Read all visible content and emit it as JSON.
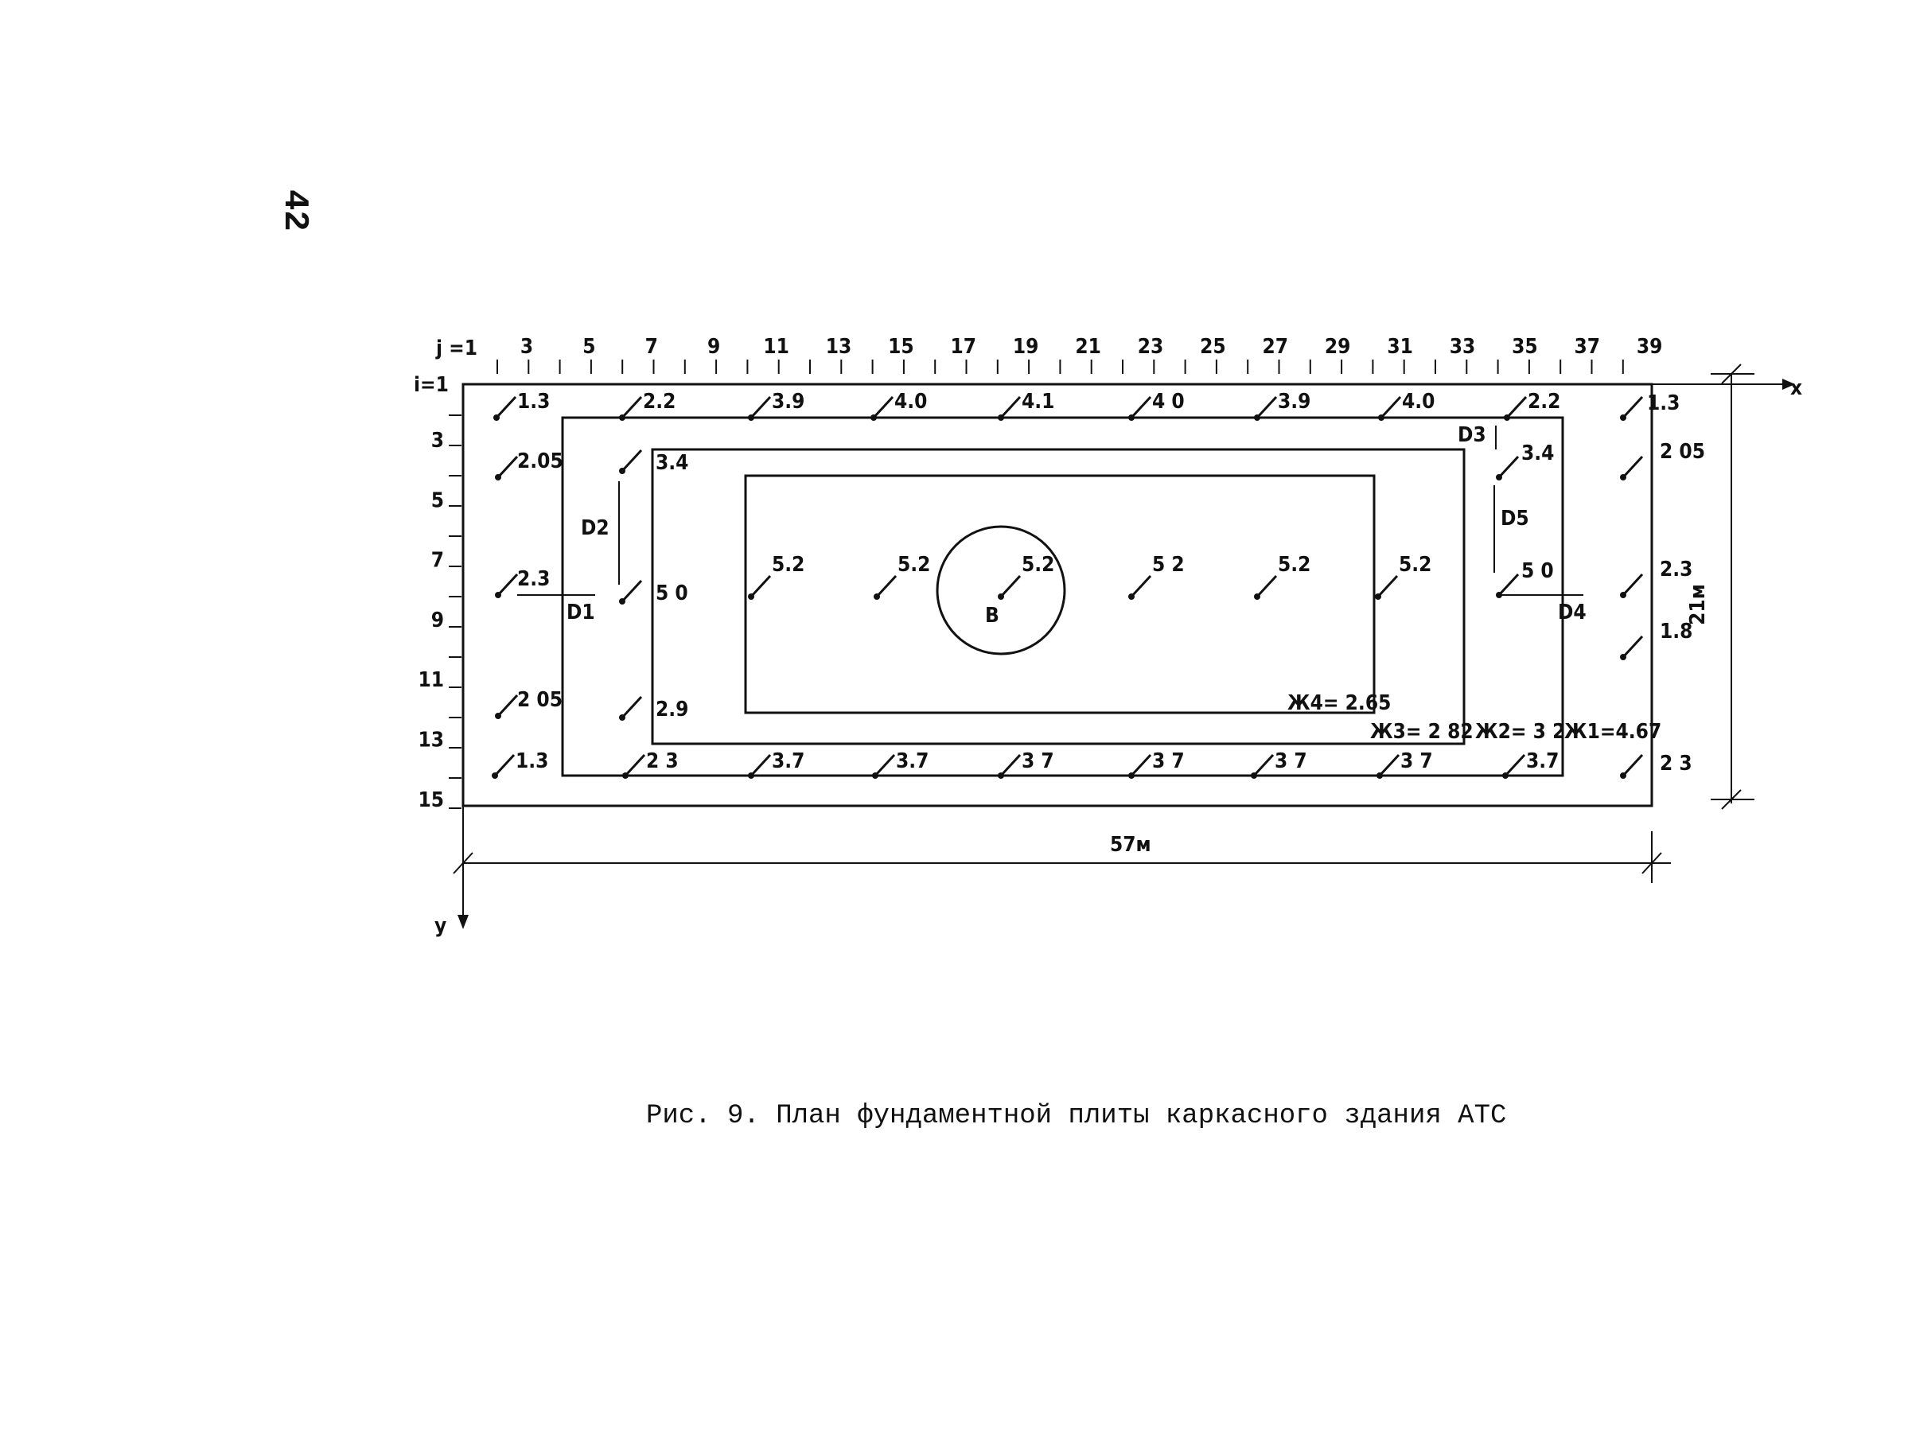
{
  "page_number": "42",
  "caption": "Рис. 9. План фундаментной плиты каркасного здания АТС",
  "axes": {
    "j_label": "j =1",
    "i_label": "i=1",
    "x_label": "x",
    "y_label": "y",
    "j_ticks": [
      "3",
      "5",
      "7",
      "9",
      "11",
      "13",
      "15",
      "17",
      "19",
      "21",
      "23",
      "25",
      "27",
      "29",
      "31",
      "33",
      "35",
      "37",
      "39"
    ],
    "i_ticks": [
      "3",
      "5",
      "7",
      "9",
      "11",
      "13",
      "15"
    ]
  },
  "dimensions": {
    "width": "57м",
    "height": "21м"
  },
  "zones": {
    "k1": "Ж1=4.67",
    "k2": "Ж2= 3 2",
    "k3": "Ж3= 2 82",
    "k4": "Ж4= 2.65"
  },
  "regions": {
    "d1": "D1",
    "d2": "D2",
    "d3": "D3",
    "d4": "D4",
    "d5": "D5",
    "b": "B"
  },
  "values": {
    "top_row": [
      "1.3",
      "2.2",
      "3.9",
      "4.0",
      "4.1",
      "4 0",
      "3.9",
      "4.0",
      "2.2",
      "1.3"
    ],
    "bottom_row": [
      "1.3",
      "2 3",
      "3.7",
      "3.7",
      "3 7",
      "3 7",
      "3 7",
      "3 7",
      "3.7",
      "2 3"
    ],
    "left_col": [
      "2.05",
      "2.3",
      "2 05"
    ],
    "right_col": [
      "2 05",
      "2.3",
      "1.8"
    ],
    "inner_left": [
      "3.4",
      "5 0",
      "2.9"
    ],
    "inner_right": [
      "3.4",
      "5 0"
    ],
    "center_row": [
      "5.2",
      "5.2",
      "5.2",
      "5 2",
      "5.2",
      "5.2"
    ]
  }
}
